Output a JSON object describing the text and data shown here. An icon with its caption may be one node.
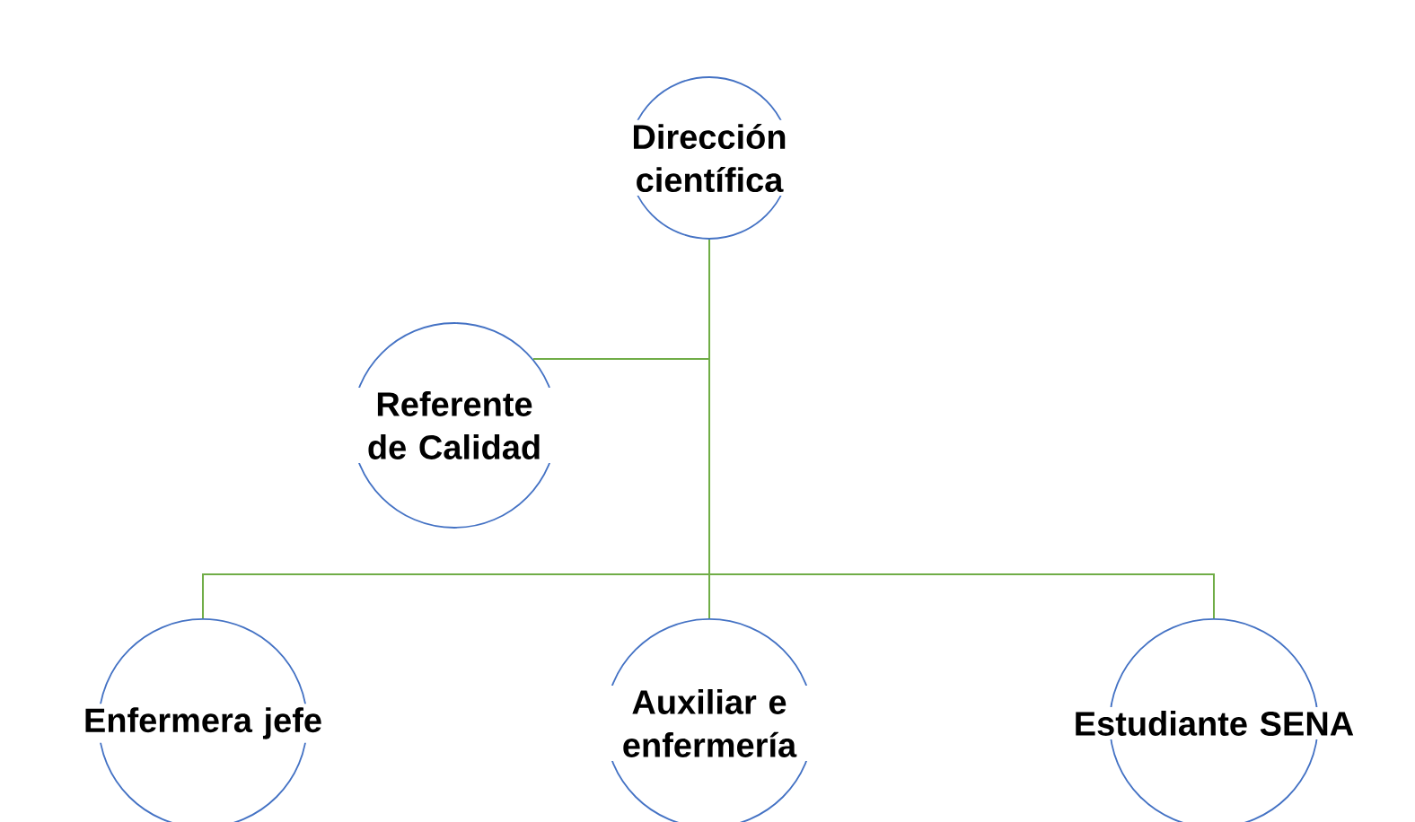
{
  "diagram": {
    "nodes": [
      {
        "text": [
          "Dirección científica"
        ]
      },
      {
        "text": [
          "Referente de Calidad"
        ]
      },
      {
        "text": [
          "Enfermera jefe"
        ]
      },
      {
        "text": [
          "Auxiliar e enfermería"
        ]
      },
      {
        "text": [
          "Estudiante SENA"
        ]
      }
    ],
    "edges": [
      {
        "from": 0,
        "to": 1,
        "arrow": "none"
      },
      {
        "from": 0,
        "to": 2,
        "arrow": "none"
      },
      {
        "from": 0,
        "to": 3,
        "arrow": "none"
      },
      {
        "from": 0,
        "to": 4,
        "arrow": "none"
      }
    ]
  }
}
